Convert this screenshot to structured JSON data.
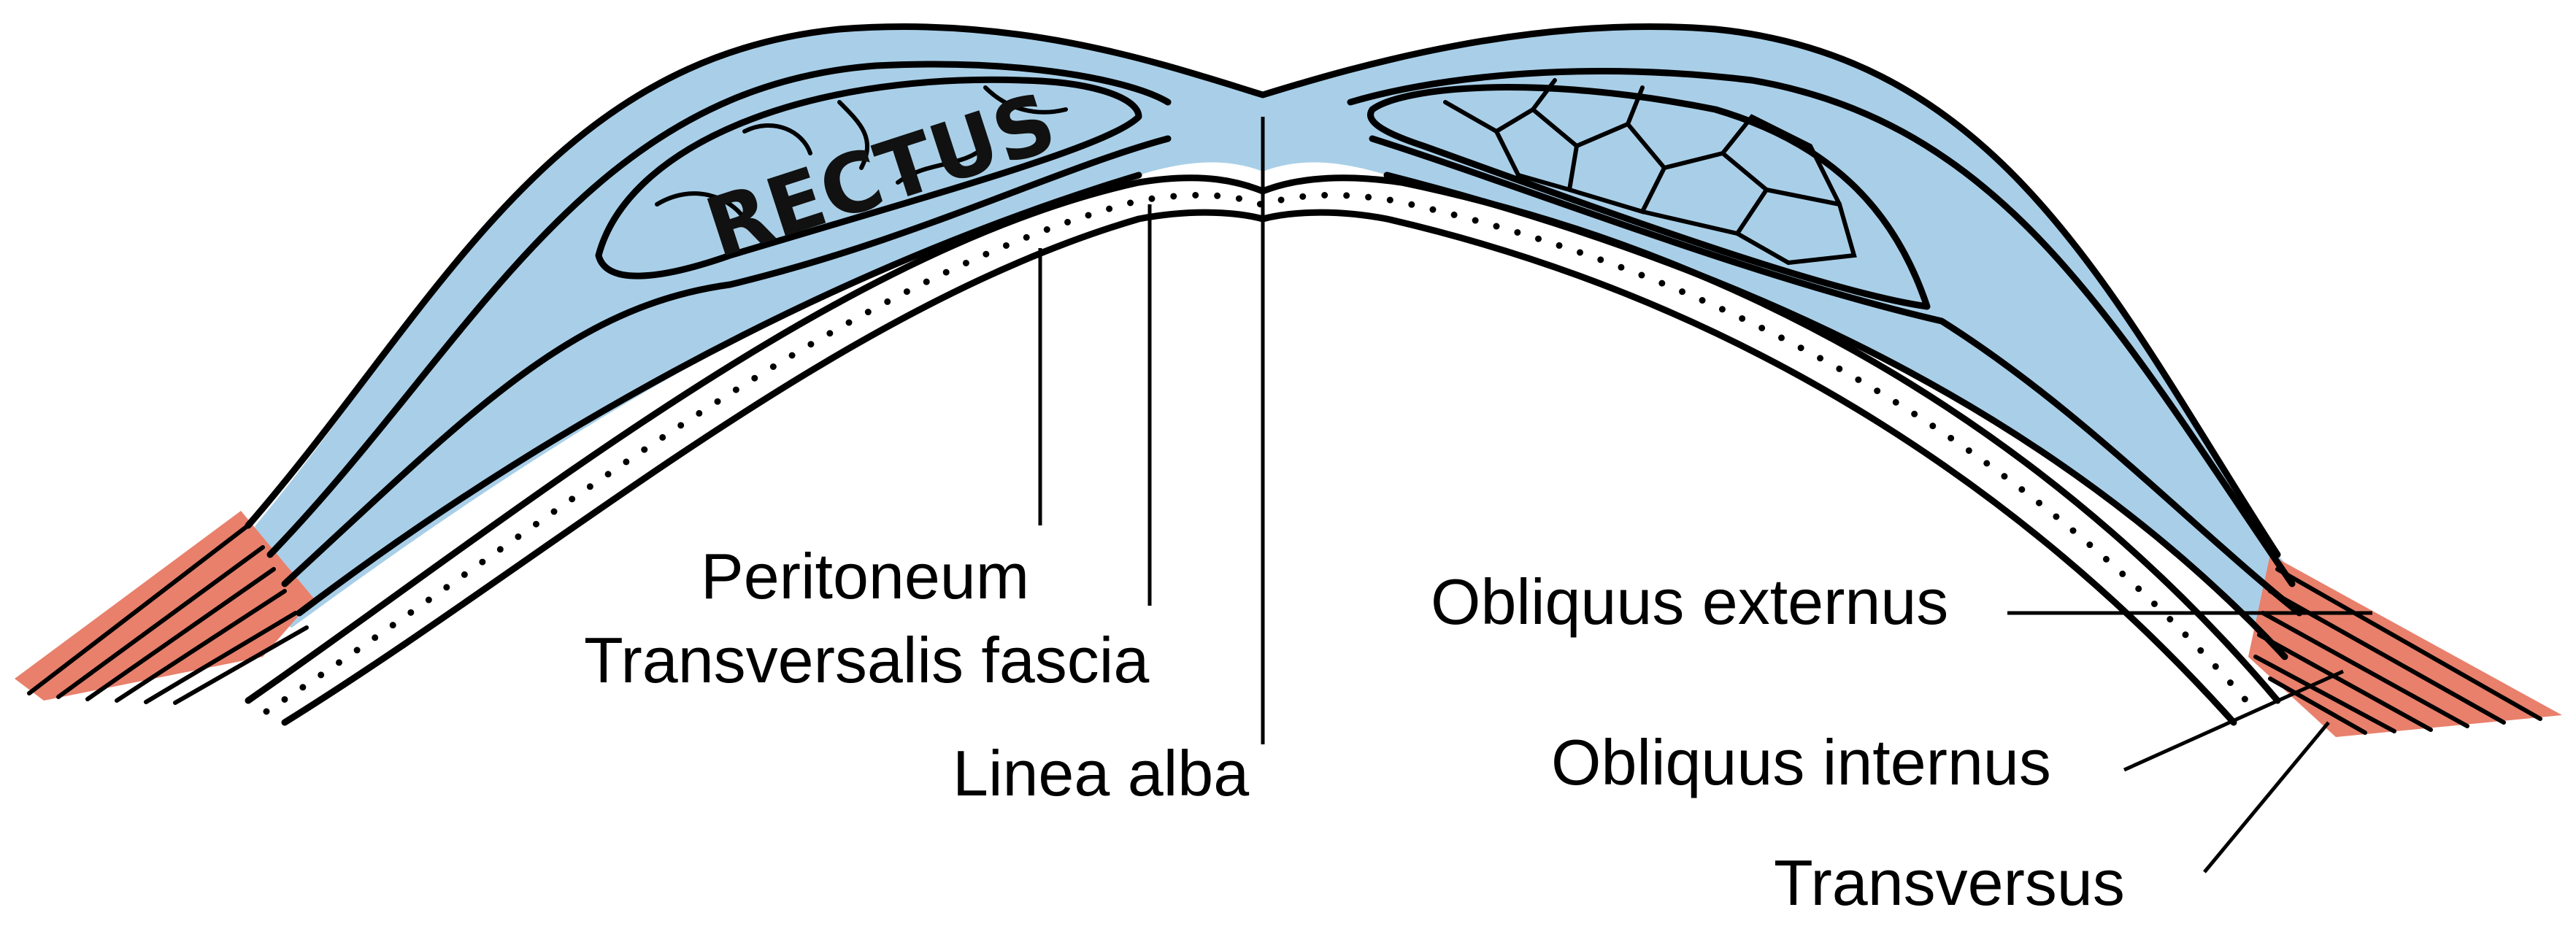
{
  "labels": {
    "rectus": "RECTUS",
    "peritoneum": "Peritoneum",
    "transversalis_fascia": "Transversalis fascia",
    "linea_alba": "Linea alba",
    "obliquus_externus": "Obliquus externus",
    "obliquus_internus": "Obliquus internus",
    "transversus": "Transversus"
  },
  "colors": {
    "fascia_blue": "#a9cfe8",
    "muscle_salmon": "#e8806c",
    "outline": "#000000",
    "background": "#ffffff"
  }
}
